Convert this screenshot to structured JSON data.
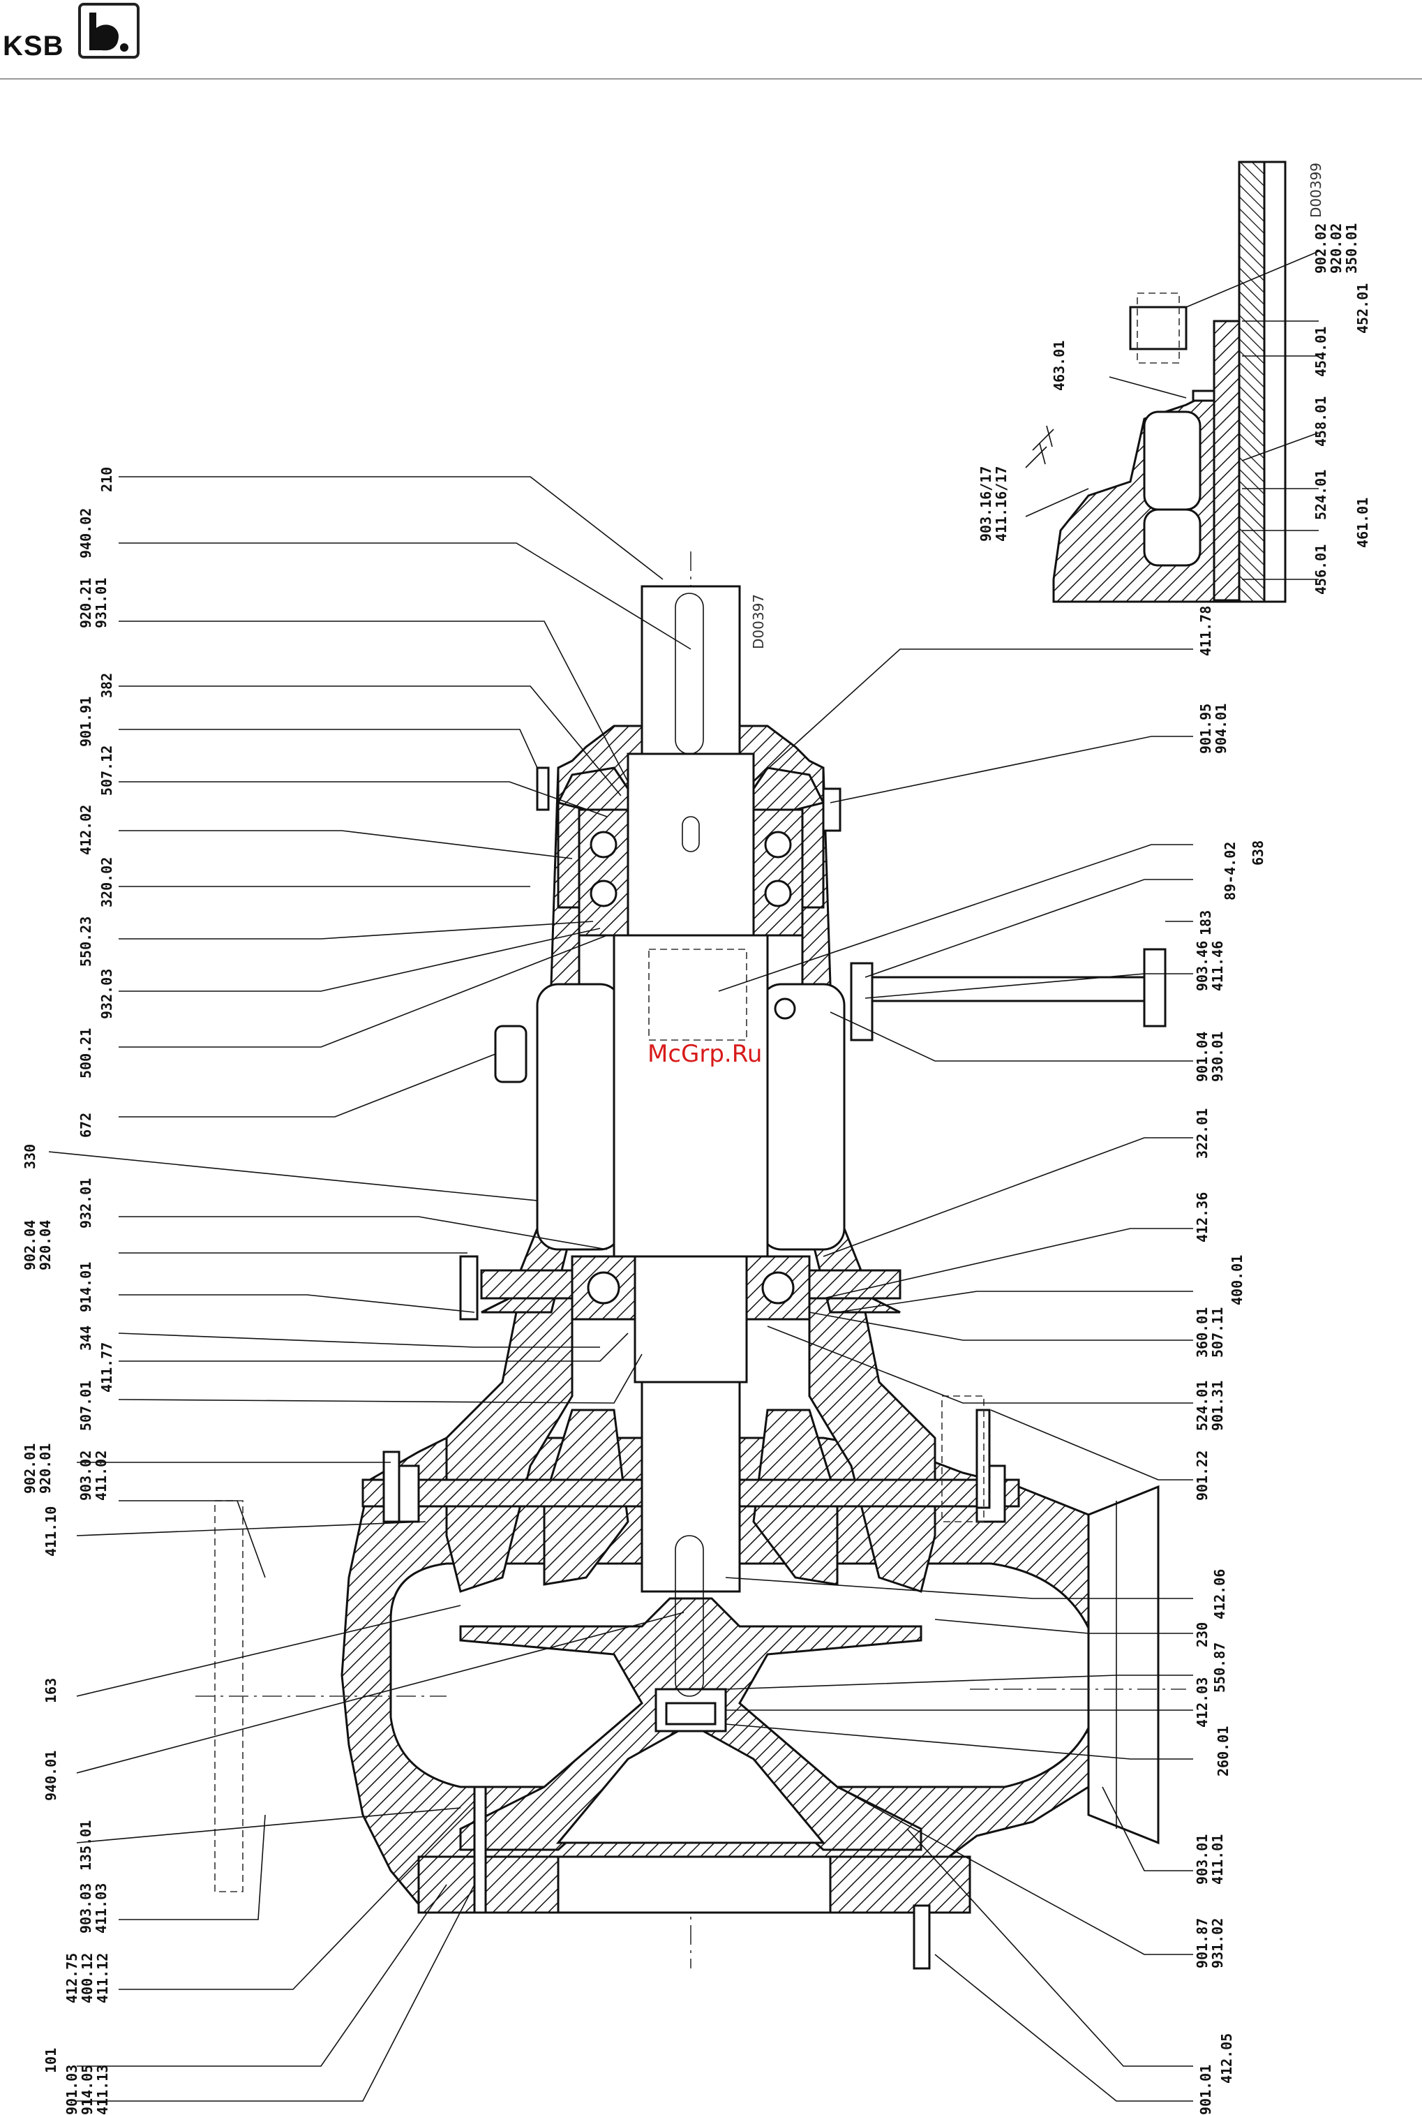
{
  "header": {
    "brand_text": "KSB",
    "logo_alt": "KSB logo"
  },
  "watermark": "McGrp.Ru",
  "drawing_refs": {
    "main": "D00397",
    "detail": "D00399"
  },
  "left_labels": [
    [
      "210"
    ],
    [
      "940.02"
    ],
    [
      "920.21",
      "931.01"
    ],
    [
      "382"
    ],
    [
      "901.91"
    ],
    [
      "507.12"
    ],
    [
      "412.02"
    ],
    [
      "320.02"
    ],
    [
      "550.23"
    ],
    [
      "932.03"
    ],
    [
      "500.21"
    ],
    [
      "672"
    ],
    [
      "330"
    ],
    [
      "932.01"
    ],
    [
      "902.04",
      "920.04"
    ],
    [
      "914.01"
    ],
    [
      "344"
    ],
    [
      "411.77"
    ],
    [
      "507.01"
    ],
    [
      "902.01",
      "920.01"
    ],
    [
      "903.02",
      "411.02"
    ],
    [
      "411.10"
    ],
    [
      "163"
    ],
    [
      "940.01"
    ],
    [
      "135.01"
    ],
    [
      "903.03",
      "411.03"
    ],
    [
      "412.75",
      "400.12",
      "411.12"
    ],
    [
      "101"
    ],
    [
      "901.03",
      "914.05",
      "411.13"
    ]
  ],
  "right_labels": [
    [
      "411.78"
    ],
    [
      "901.95",
      "904.01"
    ],
    [
      "638"
    ],
    [
      "89-4.02"
    ],
    [
      "183"
    ],
    [
      "903.46",
      "411.46"
    ],
    [
      "901.04",
      "930.01"
    ],
    [
      "322.01"
    ],
    [
      "412.36"
    ],
    [
      "400.01"
    ],
    [
      "360.01",
      "507.11"
    ],
    [
      "524.01",
      "901.31"
    ],
    [
      "901.22"
    ],
    [
      "412.06"
    ],
    [
      "230"
    ],
    [
      "550.87"
    ],
    [
      "412.03"
    ],
    [
      "260.01"
    ],
    [
      "903.01",
      "411.01"
    ],
    [
      "901.87",
      "931.02"
    ],
    [
      "412.05"
    ],
    [
      "901.01"
    ]
  ],
  "detail_labels": [
    [
      "902.02",
      "920.02",
      "350.01"
    ],
    [
      "452.01"
    ],
    [
      "454.01"
    ],
    [
      "458.01"
    ],
    [
      "524.01"
    ],
    [
      "461.01"
    ],
    [
      "456.01"
    ],
    [
      "463.01"
    ],
    [
      "903.16/17",
      "411.16/17"
    ]
  ]
}
